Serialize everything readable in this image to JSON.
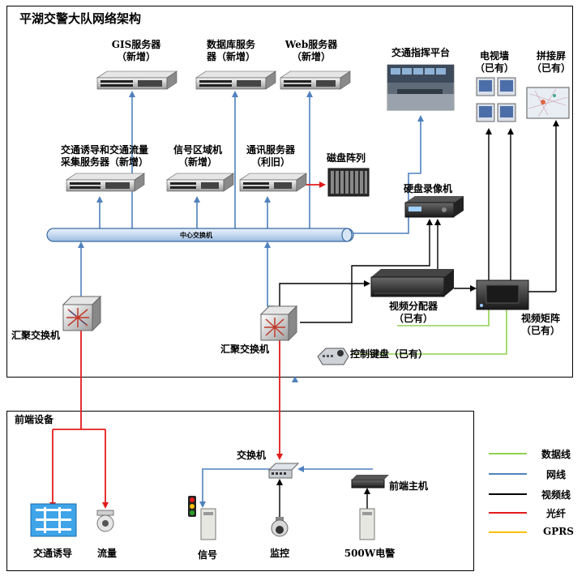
{
  "upper": {
    "title": "平湖交警大队网络架构",
    "gis_server": [
      "GIS服务器",
      "（新增）"
    ],
    "db_server": [
      "数据库服务",
      "器（新增）"
    ],
    "web_server": [
      "Web服务器",
      "（新增）"
    ],
    "traffic_platform": "交通指挥平台",
    "tv_wall": [
      "电视墙",
      "（已有）"
    ],
    "splice_screen": [
      "拼接屏",
      "（已有）"
    ],
    "guide_server": [
      "交通诱导和交通流量",
      "采集服务器（新增）"
    ],
    "signal_server": [
      "信号区域机",
      "（新增）"
    ],
    "comm_server": [
      "通讯服务器",
      "（利旧）"
    ],
    "disk_array": "磁盘阵列",
    "dvr": "硬盘录像机",
    "core_switch": "中心交换机",
    "agg_switch_left": "汇聚交换机",
    "agg_switch_right": "汇聚交换机",
    "video_splitter": [
      "视频分配器",
      "（已有）"
    ],
    "video_matrix": [
      "视频矩阵",
      "（已有）"
    ],
    "control_keyboard": "控制键盘（已有）"
  },
  "lower": {
    "title": "前端设备",
    "switch": "交换机",
    "front_host": "前端主机",
    "traffic_guide": "交通诱导",
    "flow": "流量",
    "signal": "信号",
    "monitor": "监控",
    "police": "500W电警"
  },
  "legend": [
    {
      "label": "数据线",
      "color": "#92d050"
    },
    {
      "label": "网线",
      "color": "#4f81bd"
    },
    {
      "label": "视频线",
      "color": "#000000"
    },
    {
      "label": "光纤",
      "color": "#e31b1b"
    },
    {
      "label": "GPRS",
      "color": "#ffc000"
    }
  ],
  "colors": {
    "data": "#92d050",
    "net": "#4f81bd",
    "video": "#000000",
    "fiber": "#e31b1b",
    "gprs": "#ffc000"
  }
}
